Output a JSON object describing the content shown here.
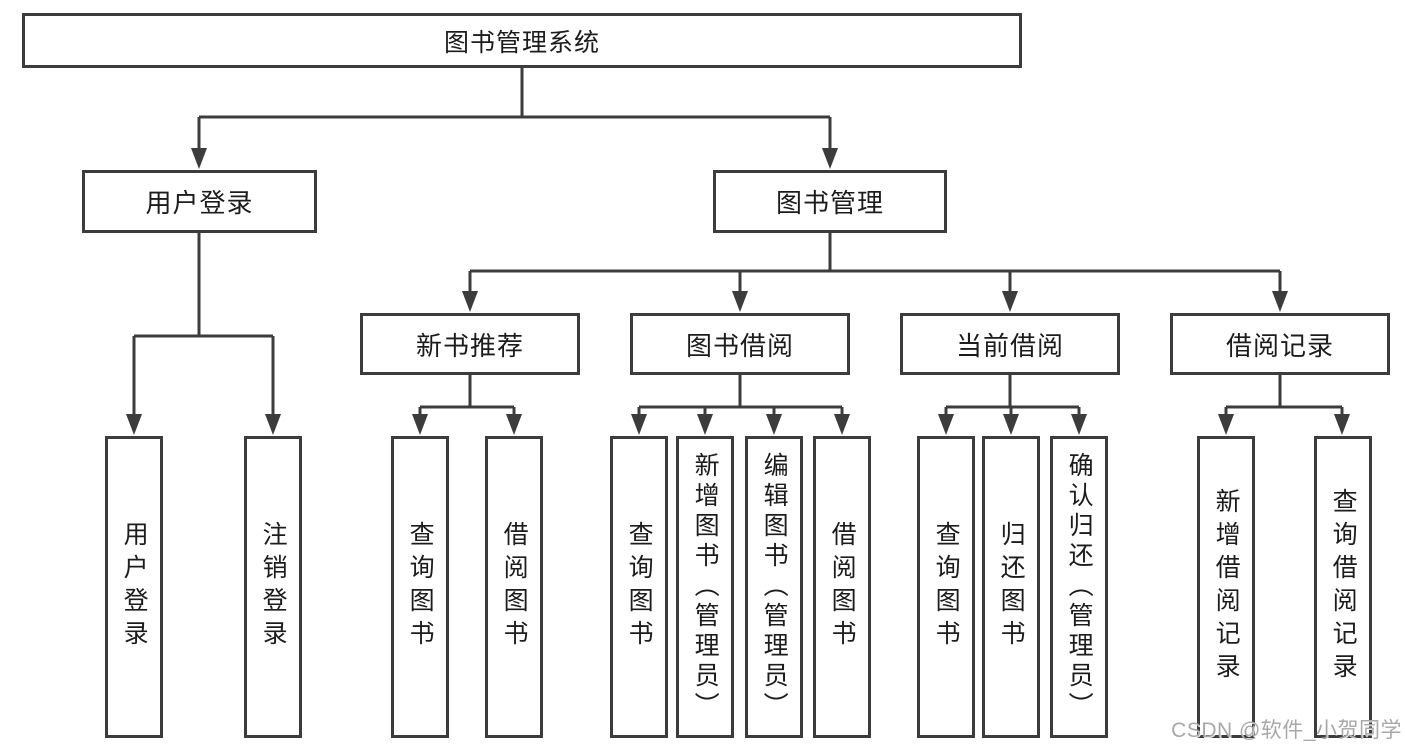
{
  "nodes": {
    "root": "图书管理系统",
    "level2": [
      "用户登录",
      "图书管理"
    ],
    "level3": [
      "新书推荐",
      "图书借阅",
      "当前借阅",
      "借阅记录"
    ],
    "leaves": [
      "用户登录",
      "注销登录",
      "查询图书",
      "借阅图书",
      "查询图书",
      "新增图书（管理员）",
      "编辑图书（管理员）",
      "借阅图书",
      "查询图书",
      "归还图书",
      "确认归还（管理员）",
      "新增借阅记录",
      "查询借阅记录"
    ]
  },
  "watermark": "CSDN @软件_小贺同学",
  "colors": {
    "line": "#3c3c3c",
    "text": "#1c1c1c",
    "watermark": "#a8a8a8",
    "background": "#ffffff"
  }
}
